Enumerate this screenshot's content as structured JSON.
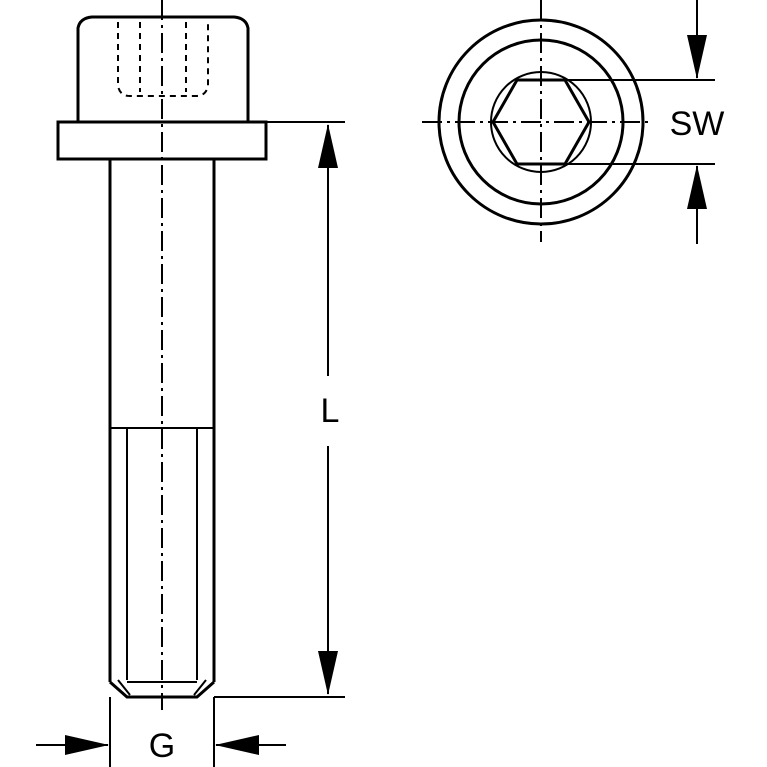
{
  "labels": {
    "length": "L",
    "wrench_size": "SW",
    "thread": "G"
  }
}
